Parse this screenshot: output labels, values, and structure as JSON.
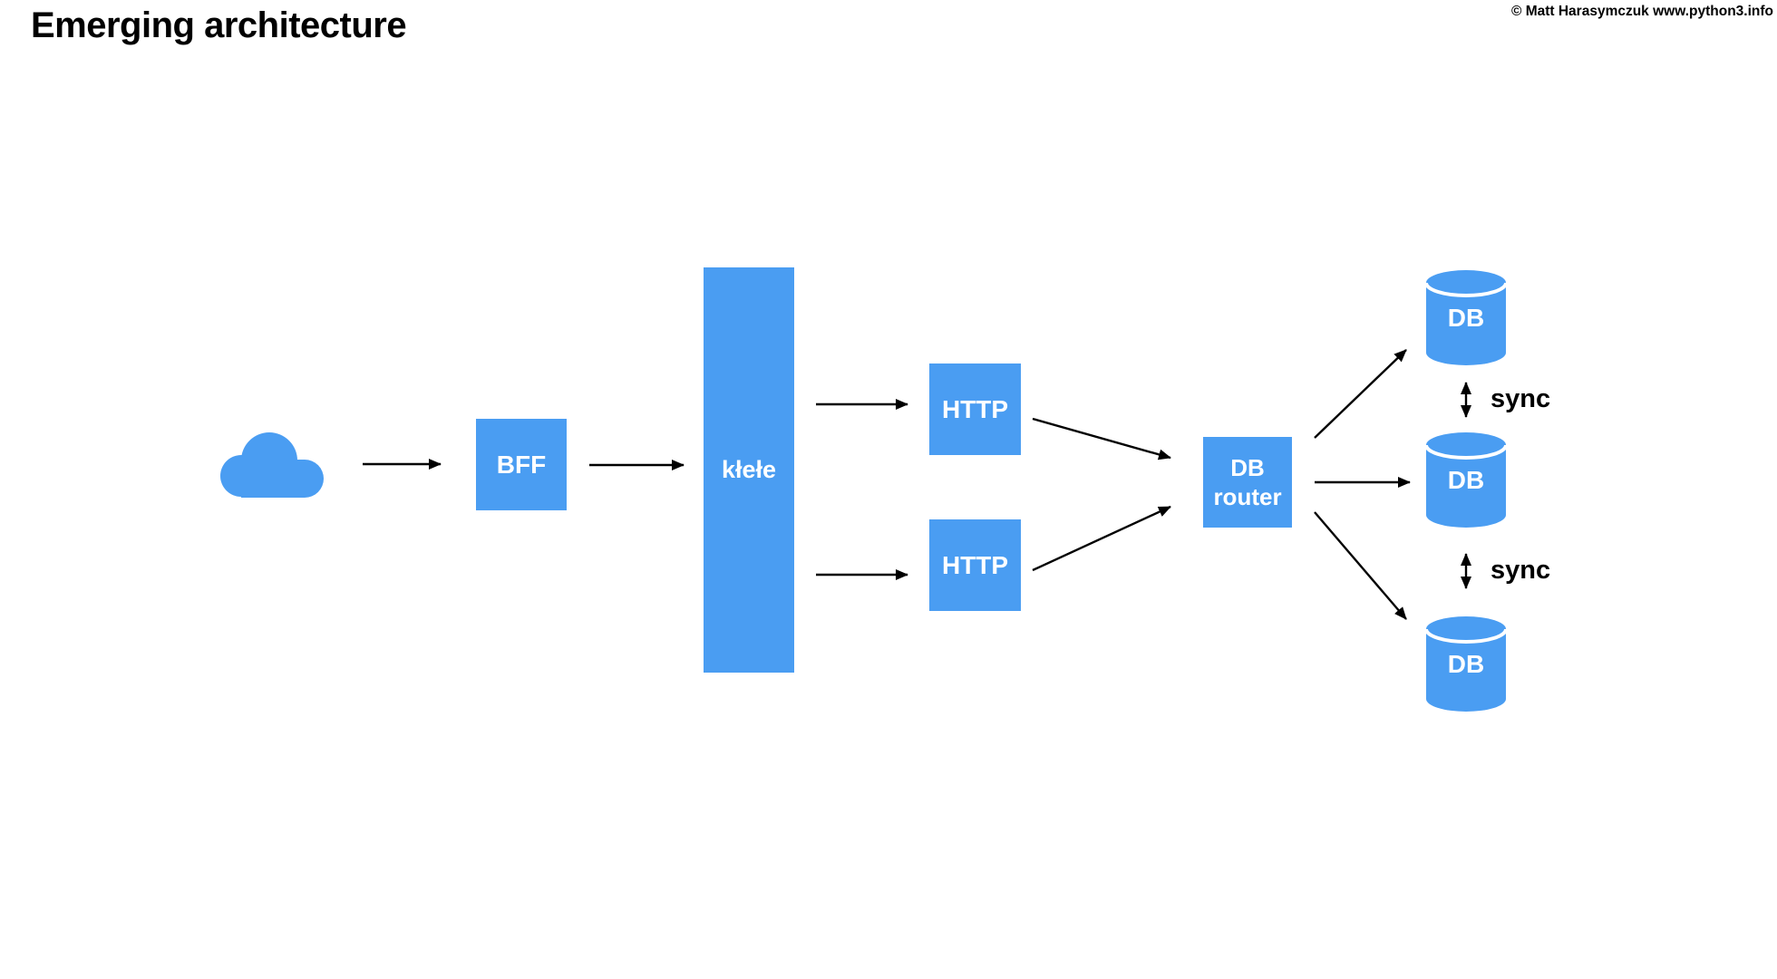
{
  "header": {
    "title": "Emerging architecture",
    "copyright": "© Matt Harasymczuk www.python3.info"
  },
  "colors": {
    "node_fill": "#4A9DF2",
    "node_text": "#FFFFFF",
    "arrow": "#000000",
    "background": "#FFFFFF"
  },
  "diagram": {
    "nodes": [
      {
        "id": "cloud",
        "label": "",
        "shape": "cloud-icon"
      },
      {
        "id": "bff",
        "label": "BFF",
        "shape": "box"
      },
      {
        "id": "klele",
        "label": "kłełe",
        "shape": "tall-box"
      },
      {
        "id": "http-top",
        "label": "HTTP",
        "shape": "box"
      },
      {
        "id": "http-bottom",
        "label": "HTTP",
        "shape": "box"
      },
      {
        "id": "db-router",
        "label": "DB\nrouter",
        "shape": "box"
      },
      {
        "id": "db-top",
        "label": "DB",
        "shape": "database-cylinder-icon"
      },
      {
        "id": "db-middle",
        "label": "DB",
        "shape": "database-cylinder-icon"
      },
      {
        "id": "db-bottom",
        "label": "DB",
        "shape": "database-cylinder-icon"
      }
    ],
    "sync_labels": [
      {
        "id": "sync-top",
        "label": "sync"
      },
      {
        "id": "sync-bottom",
        "label": "sync"
      }
    ],
    "edges": [
      {
        "from": "cloud",
        "to": "bff",
        "type": "arrow"
      },
      {
        "from": "bff",
        "to": "klele",
        "type": "arrow"
      },
      {
        "from": "klele",
        "to": "http-top",
        "type": "arrow"
      },
      {
        "from": "klele",
        "to": "http-bottom",
        "type": "arrow"
      },
      {
        "from": "http-top",
        "to": "db-router",
        "type": "arrow"
      },
      {
        "from": "http-bottom",
        "to": "db-router",
        "type": "arrow"
      },
      {
        "from": "db-router",
        "to": "db-top",
        "type": "arrow"
      },
      {
        "from": "db-router",
        "to": "db-middle",
        "type": "arrow"
      },
      {
        "from": "db-router",
        "to": "db-bottom",
        "type": "arrow"
      },
      {
        "from": "db-top",
        "to": "db-middle",
        "type": "double-arrow",
        "label": "sync"
      },
      {
        "from": "db-middle",
        "to": "db-bottom",
        "type": "double-arrow",
        "label": "sync"
      }
    ]
  }
}
